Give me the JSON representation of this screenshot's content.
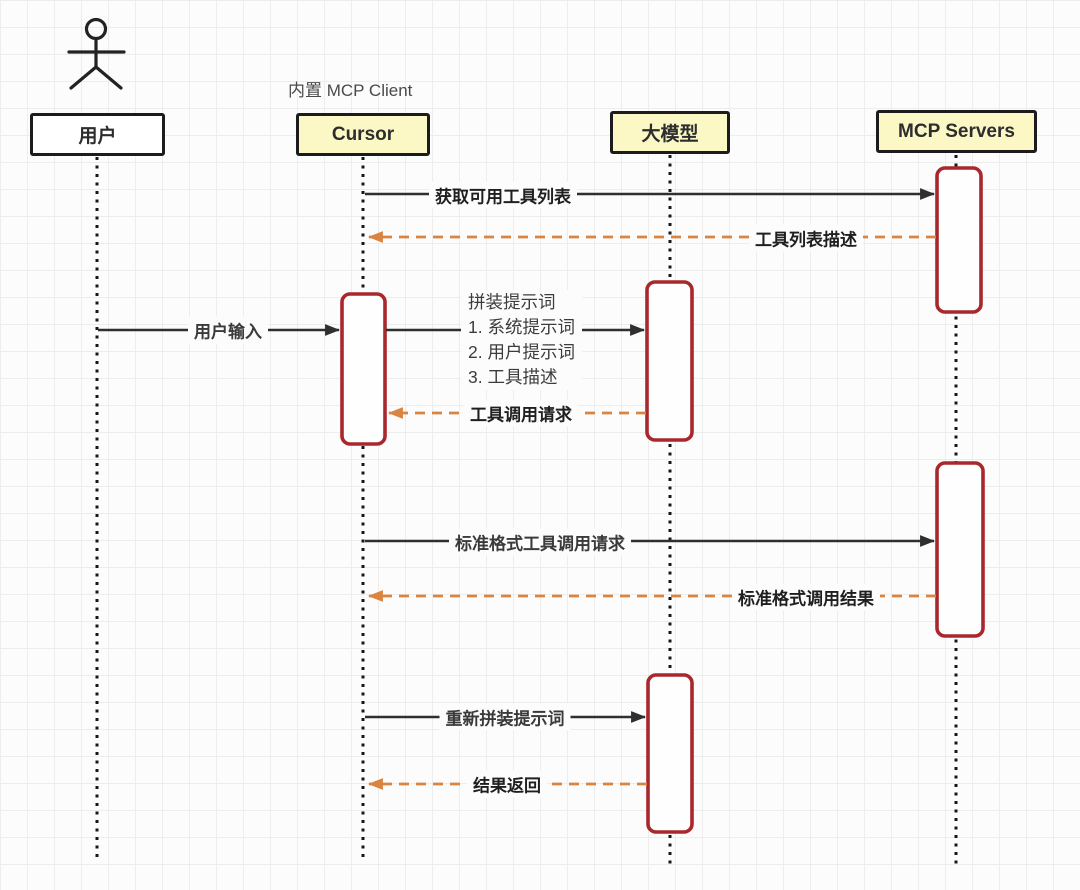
{
  "diagram": {
    "type": "uml-sequence",
    "lifelines": [
      {
        "id": "user",
        "label": "用户",
        "kind": "actor",
        "box_fill": "#ffffff"
      },
      {
        "id": "cursor",
        "label": "Cursor",
        "note": "内置 MCP Client",
        "box_fill": "#fbf8c6"
      },
      {
        "id": "llm",
        "label": "大模型",
        "box_fill": "#fbf8c6"
      },
      {
        "id": "mcp_servers",
        "label": "MCP Servers",
        "box_fill": "#fbf8c6"
      }
    ],
    "messages": [
      {
        "label": "获取可用工具列表",
        "type": "solid",
        "from": "cursor",
        "to": "mcp_servers"
      },
      {
        "label": "工具列表描述",
        "type": "dashed",
        "from": "mcp_servers",
        "to": "cursor"
      },
      {
        "label": "用户输入",
        "type": "solid",
        "from": "user",
        "to": "cursor"
      },
      {
        "type": "solid",
        "from": "cursor",
        "to": "llm",
        "lines": [
          "拼装提示词",
          "1. 系统提示词",
          "2. 用户提示词",
          "3. 工具描述"
        ]
      },
      {
        "label": "工具调用请求",
        "type": "dashed",
        "from": "llm",
        "to": "cursor"
      },
      {
        "label": "标准格式工具调用请求",
        "type": "solid",
        "from": "cursor",
        "to": "mcp_servers"
      },
      {
        "label": "标准格式调用结果",
        "type": "dashed",
        "from": "mcp_servers",
        "to": "cursor"
      },
      {
        "label": "重新拼装提示词",
        "type": "solid",
        "from": "cursor",
        "to": "llm"
      },
      {
        "label": "结果返回",
        "type": "dashed",
        "from": "llm",
        "to": "cursor"
      }
    ],
    "colors": {
      "actor_box_fill": "#ffffff",
      "participant_box_fill": "#fbf8c6",
      "box_border": "#1c1c1c",
      "activation_border": "#a8282c",
      "activation_fill": "#fefefe",
      "solid_arrow": "#2f2f2f",
      "dashed_arrow": "#d98440",
      "lifeline": "#161616",
      "grid": "#ededed",
      "background": "#fcfcfc"
    }
  }
}
